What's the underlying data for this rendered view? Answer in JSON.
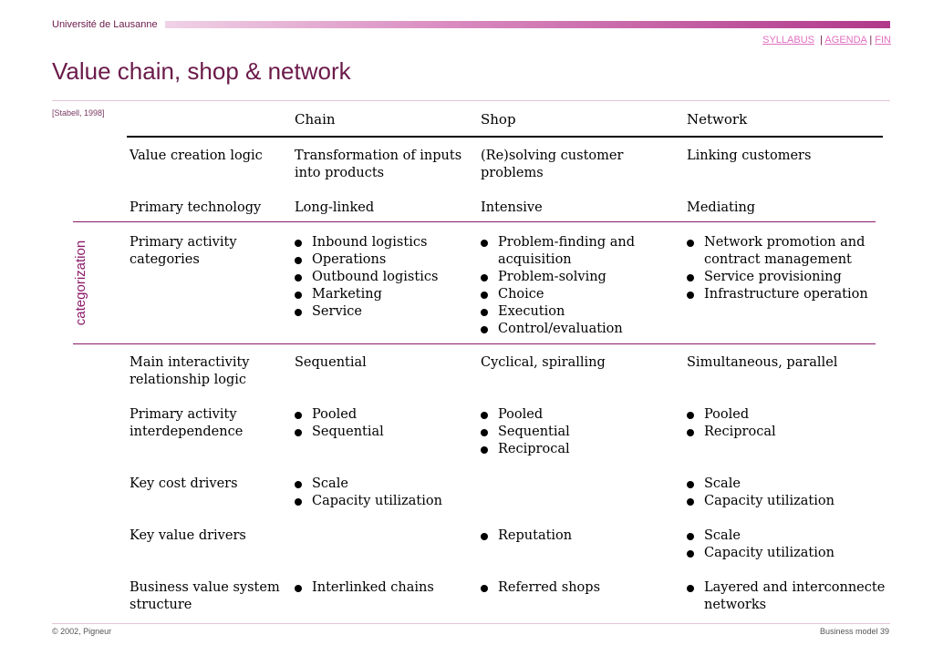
{
  "header": {
    "university": "Université de Lausanne",
    "nav": {
      "syllabus": "SYLLABUS",
      "agenda": "AGENDA",
      "fin": "FIN",
      "sep": "|"
    },
    "title": "Value chain, shop & network",
    "citation": "[Stabell, 1998]",
    "side_label": "categorization"
  },
  "table": {
    "columns": [
      "Chain",
      "Shop",
      "Network"
    ],
    "rows": [
      {
        "label": [
          "Value creation logic"
        ],
        "cells": [
          {
            "text": [
              "Transformation of inputs",
              "into products"
            ]
          },
          {
            "text": [
              "(Re)solving customer",
              "problems"
            ]
          },
          {
            "text": [
              "Linking customers"
            ]
          }
        ]
      },
      {
        "label": [
          "Primary technology"
        ],
        "cells": [
          {
            "text": [
              "Long-linked"
            ]
          },
          {
            "text": [
              "Intensive"
            ]
          },
          {
            "text": [
              "Mediating"
            ]
          }
        ]
      },
      {
        "label": [
          "Primary activity",
          "categories"
        ],
        "cells": [
          {
            "bullets": [
              [
                "Inbound logistics"
              ],
              [
                "Operations"
              ],
              [
                "Outbound logistics"
              ],
              [
                "Marketing"
              ],
              [
                "Service"
              ]
            ]
          },
          {
            "bullets": [
              [
                "Problem-finding and",
                "acquisition"
              ],
              [
                "Problem-solving"
              ],
              [
                "Choice"
              ],
              [
                "Execution"
              ],
              [
                "Control/evaluation"
              ]
            ]
          },
          {
            "bullets": [
              [
                "Network promotion and",
                "contract management"
              ],
              [
                "Service provisioning"
              ],
              [
                "Infrastructure operation"
              ]
            ]
          }
        ]
      },
      {
        "label": [
          "Main interactivity",
          "relationship logic"
        ],
        "cells": [
          {
            "text": [
              "Sequential"
            ]
          },
          {
            "text": [
              "Cyclical, spiralling"
            ]
          },
          {
            "text": [
              "Simultaneous, parallel"
            ]
          }
        ]
      },
      {
        "label": [
          "Primary activity",
          "interdependence"
        ],
        "cells": [
          {
            "bullets": [
              [
                "Pooled"
              ],
              [
                "Sequential"
              ]
            ]
          },
          {
            "bullets": [
              [
                "Pooled"
              ],
              [
                "Sequential"
              ],
              [
                "Reciprocal"
              ]
            ]
          },
          {
            "bullets": [
              [
                "Pooled"
              ],
              [
                "Reciprocal"
              ]
            ]
          }
        ]
      },
      {
        "label": [
          "Key cost drivers"
        ],
        "cells": [
          {
            "bullets": [
              [
                "Scale"
              ],
              [
                "Capacity utilization"
              ]
            ]
          },
          {
            "bullets": []
          },
          {
            "bullets": [
              [
                "Scale"
              ],
              [
                "Capacity utilization"
              ]
            ]
          }
        ]
      },
      {
        "label": [
          "Key value drivers"
        ],
        "cells": [
          {
            "bullets": []
          },
          {
            "bullets": [
              [
                "Reputation"
              ]
            ]
          },
          {
            "bullets": [
              [
                "Scale"
              ],
              [
                "Capacity utilization"
              ]
            ]
          }
        ]
      },
      {
        "label": [
          "Business value system",
          "structure"
        ],
        "cells": [
          {
            "bullets": [
              [
                "Interlinked chains"
              ]
            ]
          },
          {
            "bullets": [
              [
                "Referred shops"
              ]
            ]
          },
          {
            "bullets": [
              [
                "Layered and interconnecte",
                "networks"
              ]
            ]
          }
        ]
      }
    ]
  },
  "footer": {
    "copyright": "© 2002, Pigneur",
    "page": "Business model  39"
  },
  "colors": {
    "brand": "#6b1a4a",
    "link": "#e070c0",
    "accent_rule": "#8b1a6a"
  }
}
